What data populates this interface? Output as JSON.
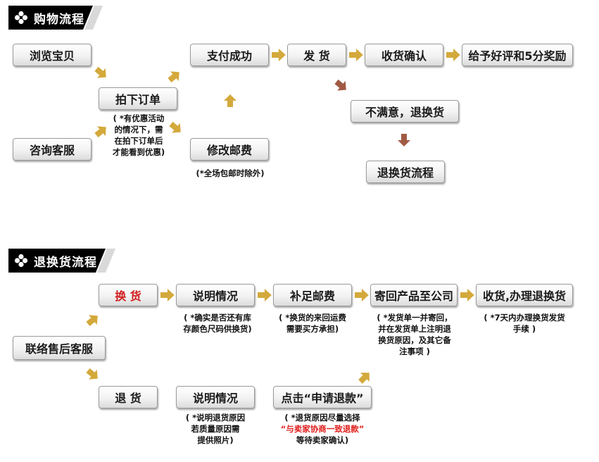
{
  "section1": {
    "title": "购物流程",
    "boxes": {
      "browse": "浏览宝贝",
      "consult": "咨询客服",
      "order": "拍下订单",
      "modify": "修改邮费",
      "paid": "支付成功",
      "ship": "发 货",
      "confirm": "收货确认",
      "review": "给予好评和5分奖励",
      "unsatisfied": "不满意，退换货",
      "return_flow": "退换货流程"
    },
    "notes": {
      "order_note": [
        "( *有优惠活动",
        "的情况下，需",
        "在拍下订单后",
        "才能看到优惠)"
      ],
      "modify_note": "(*全场包邮时除外)"
    }
  },
  "section2": {
    "title": "退换货流程",
    "boxes": {
      "contact": "联络售后客服",
      "exchange": "换 货",
      "refund": "退 货",
      "explain1": "说明情况",
      "explain2": "说明情况",
      "postage": "补足邮费",
      "send_back": "寄回产品至公司",
      "receive": "收货,办理退换货",
      "apply": "点击“申请退款”"
    },
    "notes": {
      "explain1_note": [
        "( *确实是否还有库",
        "存颜色尺码供换货)"
      ],
      "postage_note": [
        "( *换货的来回运费",
        "需要买方承担)"
      ],
      "send_back_note": [
        "( *发货单一并寄回，",
        "并在发货单上注明退",
        "换货原因，及其它备",
        "注事项 )"
      ],
      "receive_note": [
        "( *7天内办理换货发货",
        "手续 )"
      ],
      "explain2_note": [
        "( *说明退货原因",
        "若质量原因需",
        "提供照片)"
      ],
      "apply_note_1": "( *退货原因尽量选择",
      "apply_note_2": "“与卖家协商一致退款”",
      "apply_note_3": "等待卖家确认)"
    }
  },
  "colors": {
    "arrow_gold": "#d4a93b",
    "arrow_brown": "#a05a44",
    "highlight_red": "#e0201e"
  }
}
